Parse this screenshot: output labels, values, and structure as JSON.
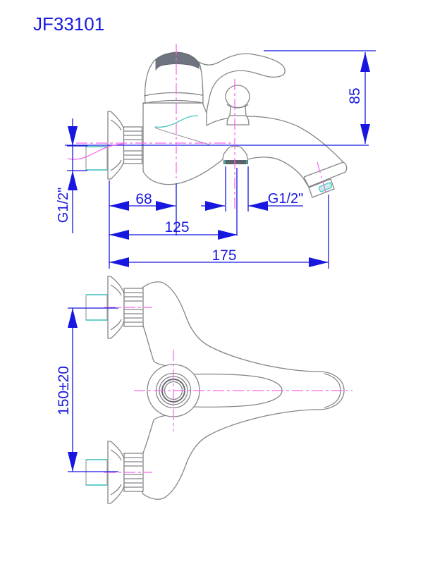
{
  "drawing": {
    "title": "JF33101",
    "colors": {
      "annotation_blue": "#1717e0",
      "outline_gray": "#85858a",
      "centerline_magenta": "#f463ec",
      "detail_cyan": "#3ec4bd",
      "handle_cap_dark": "#6e7480"
    },
    "side_view": {
      "dim_height": "85",
      "dim_wall_to_body_center": "68",
      "dim_wall_to_shower_outlet": "125",
      "dim_wall_to_spout_outlet": "175",
      "inlet_thread": "G1/2\"",
      "shower_outlet_thread": "G1/2\""
    },
    "plan_view": {
      "dim_inlet_spacing": "150±20"
    }
  }
}
